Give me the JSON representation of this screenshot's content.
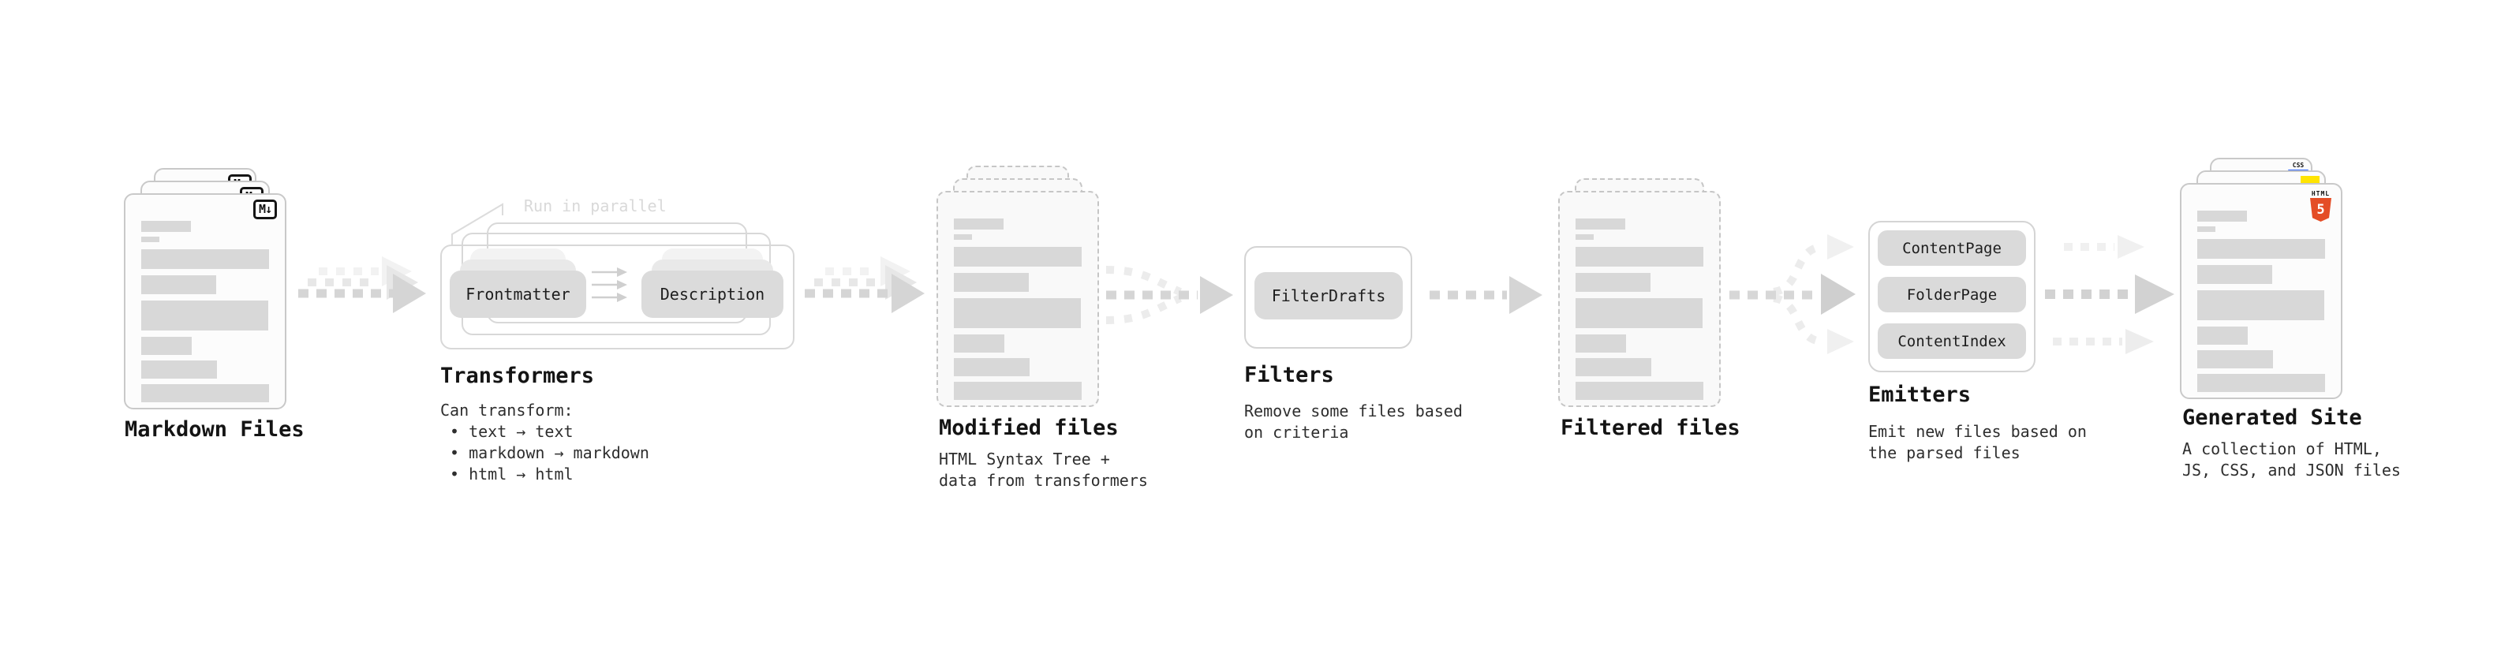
{
  "diagram": {
    "stages": {
      "markdown": {
        "title": "Markdown Files"
      },
      "transformers": {
        "title": "Transformers",
        "note": "Run in parallel",
        "chip_left": "Frontmatter",
        "chip_right": "Description",
        "heading": "Can transform:",
        "bullets": [
          "• text → text",
          "• markdown → markdown",
          "• html → html"
        ]
      },
      "modified": {
        "title": "Modified files",
        "subtitle1": "HTML Syntax Tree +",
        "subtitle2": "data from transformers"
      },
      "filters": {
        "title": "Filters",
        "chip": "FilterDrafts",
        "subtitle1": "Remove some files based",
        "subtitle2": "on criteria"
      },
      "filtered": {
        "title": "Filtered files"
      },
      "emitters": {
        "title": "Emitters",
        "chips": [
          "ContentPage",
          "FolderPage",
          "ContentIndex"
        ],
        "subtitle1": "Emit new files based on",
        "subtitle2": "the parsed files"
      },
      "generated": {
        "title": "Generated Site",
        "subtitle1": "A collection of HTML,",
        "subtitle2": "JS, CSS, and JSON files"
      }
    },
    "icons": {
      "markdown_badge": "M↓",
      "html5_label": "HTML",
      "html5_number": "5",
      "css_label": "CSS"
    },
    "colors": {
      "html5_orange": "#e44d26",
      "js_yellow": "#ffe400",
      "css_blue": "#2962ff"
    }
  }
}
